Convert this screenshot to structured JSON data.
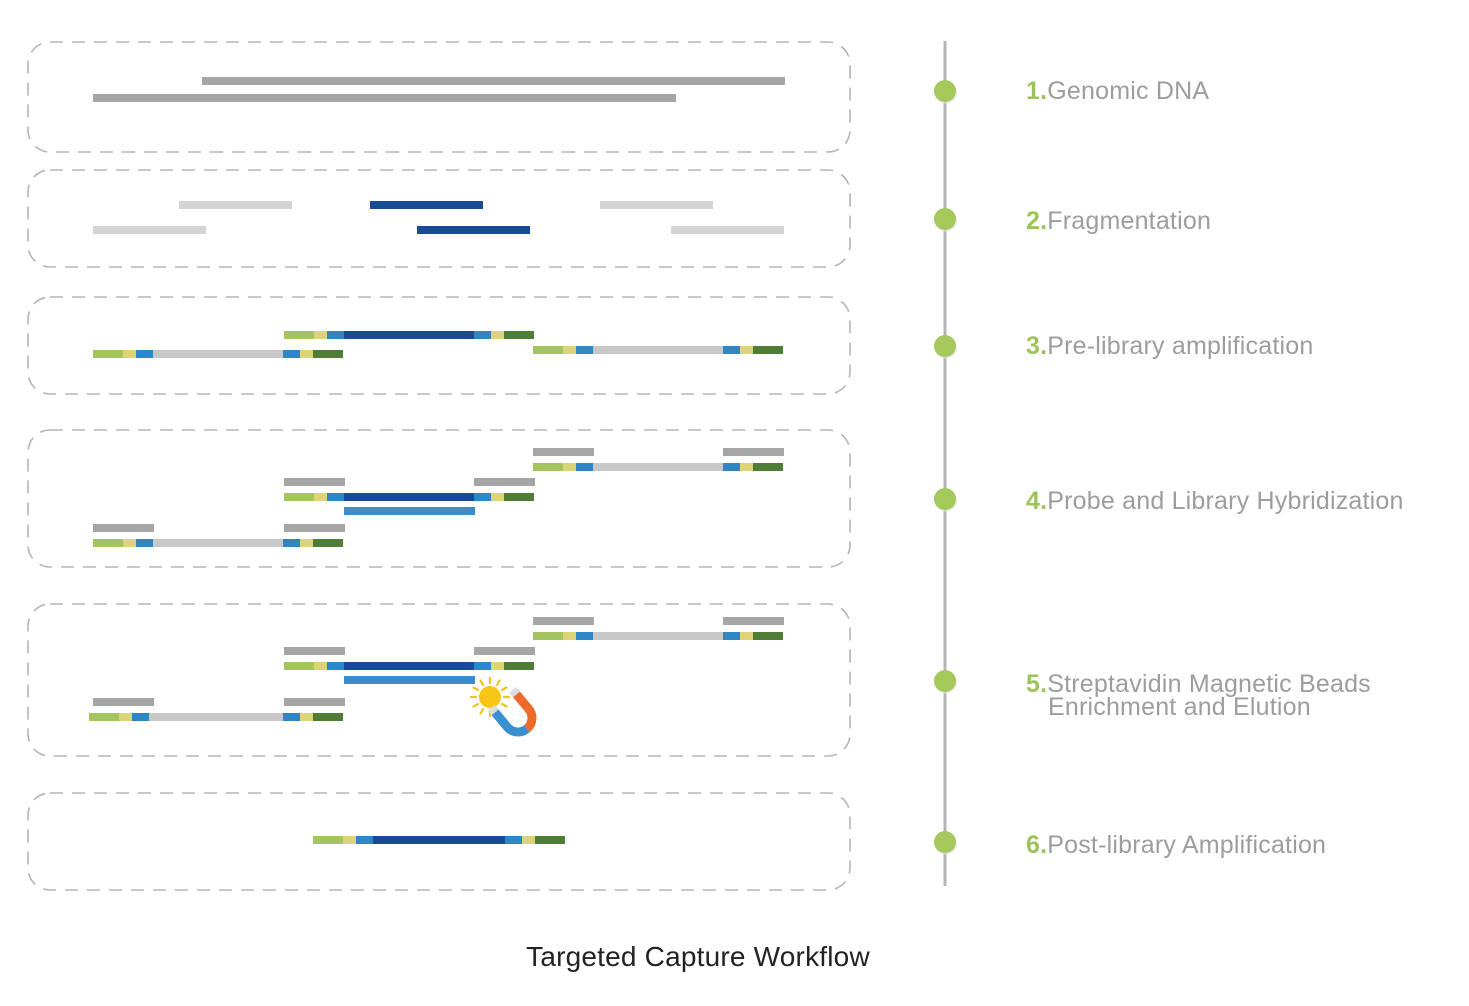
{
  "colors": {
    "genomic": "#a6a6a6",
    "fragment": "#d4d4d4",
    "target": "#184a96",
    "probe": "#3a8ccc",
    "probe_cap": "#a6a6a6",
    "adapter_light_green": "#a4c460",
    "adapter_yellow": "#ddd377",
    "adapter_blue": "#2f86c4",
    "insert_gray": "#c8c8c8",
    "adapter_dark_green": "#4f7d35",
    "timeline": "#b4b4b4",
    "node": "#a4c85a",
    "box_border": "#b5b5b5",
    "step_number": "#9dc25a",
    "step_text": "#9d9d9d"
  },
  "icons": [
    "streptavidin-sun-icon",
    "magnet-icon"
  ],
  "steps": [
    {
      "num": "1.",
      "label": "Genomic DNA"
    },
    {
      "num": "2.",
      "label": "Fragmentation"
    },
    {
      "num": "3.",
      "label": "Pre-library amplification"
    },
    {
      "num": "4.",
      "label": "Probe and Library Hybridization"
    },
    {
      "num": "5.",
      "label": "Streptavidin Magnetic Beads",
      "label2": "Enrichment and Elution"
    },
    {
      "num": "6.",
      "label": "Post-library Amplification"
    }
  ],
  "caption": "Targeted Capture Workflow"
}
